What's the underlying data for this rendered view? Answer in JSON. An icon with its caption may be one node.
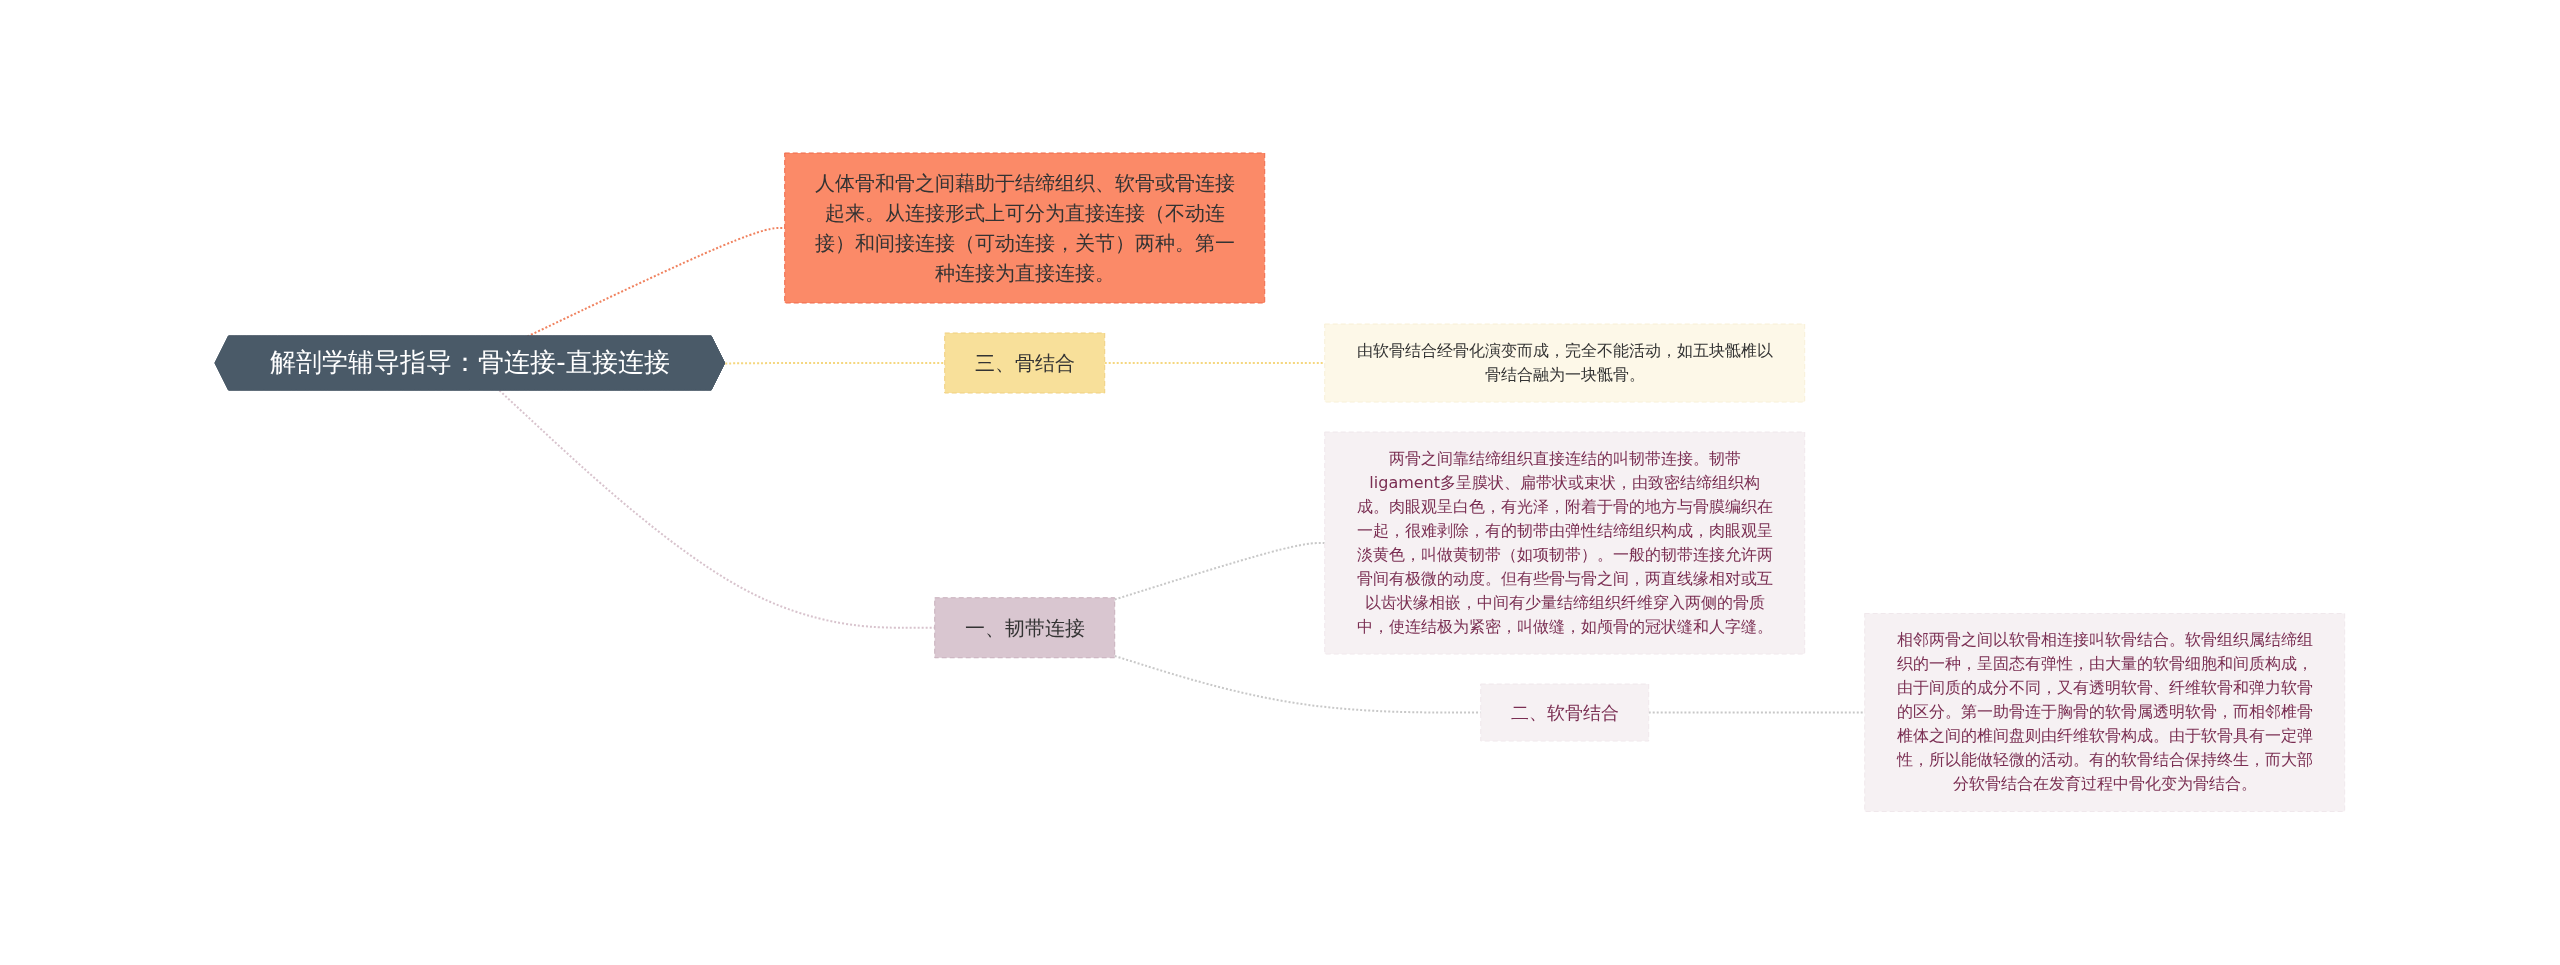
{
  "diagram": {
    "nodes": [
      {
        "text": [
          "解剖学辅导指导：骨连接-直接连接"
        ]
      },
      {
        "text": [
          "人体骨和骨之间藉助于结缔组织、软骨或骨连接起来。从连接形式上可分为直接连接（不动连接）和间接连接（可动连接，关节）两种。第一种连接为直接连接。"
        ]
      },
      {
        "text": [
          "三、骨结合"
        ]
      },
      {
        "text": [
          "由软骨结合经骨化演变而成，完全不能活动，如五块骶椎以骨结合融为一块骶骨。"
        ]
      },
      {
        "text": [
          "一、韧带连接"
        ]
      },
      {
        "text": [
          "两骨之间靠结缔组织直接连结的叫韧带连接。韧带ligament多呈膜状、扁带状或束状，由致密结缔组织构成。肉眼观呈白色，有光泽，附着于骨的地方与骨膜编织在一起，很难剥除，有的韧带由弹性结缔组织构成，肉眼观呈淡黄色，叫做黄韧带（如项韧带）。一般的韧带连接允许两骨间有极微的动度。但有些骨与骨之间，两直线缘相对或互以齿状缘相嵌，中间有少量结缔组织纤维穿入两侧的骨质中，使连结极为紧密，叫做缝，如颅骨的冠状缝和人字缝。"
        ]
      },
      {
        "text": [
          "二、软骨结合"
        ]
      },
      {
        "text": [
          "相邻两骨之间以软骨相连接叫软骨结合。软骨组织属结缔组织的一种，呈固态有弹性，由大量的软骨细胞和间质构成，由于间质的成分不同，又有透明软骨、纤维软骨和弹力软骨的区分。第一助骨连于胸骨的软骨属透明软骨，而相邻椎骨椎体之间的椎间盘则由纤维软骨构成。由于软骨具有一定弹性，所以能做轻微的活动。有的软骨结合保持终生，而大部分软骨结合在发育过程中骨化变为骨结合。"
        ]
      }
    ],
    "edges": [
      {
        "from": 0,
        "to": 1,
        "arrow": "none",
        "style": "dashed",
        "color": "#f0825f"
      },
      {
        "from": 0,
        "to": 2,
        "arrow": "none",
        "style": "dashed",
        "color": "#f5d77f"
      },
      {
        "from": 2,
        "to": 3,
        "arrow": "none",
        "style": "dashed",
        "color": "#f5d77f"
      },
      {
        "from": 0,
        "to": 4,
        "arrow": "none",
        "style": "dashed",
        "color": "#d8c3cd"
      },
      {
        "from": 4,
        "to": 5,
        "arrow": "none",
        "style": "dashed",
        "color": "#c8c8c8"
      },
      {
        "from": 4,
        "to": 6,
        "arrow": "none",
        "style": "dashed",
        "color": "#c8c8c8"
      },
      {
        "from": 6,
        "to": 7,
        "arrow": "none",
        "style": "dashed",
        "color": "#c8c8c8"
      }
    ]
  }
}
